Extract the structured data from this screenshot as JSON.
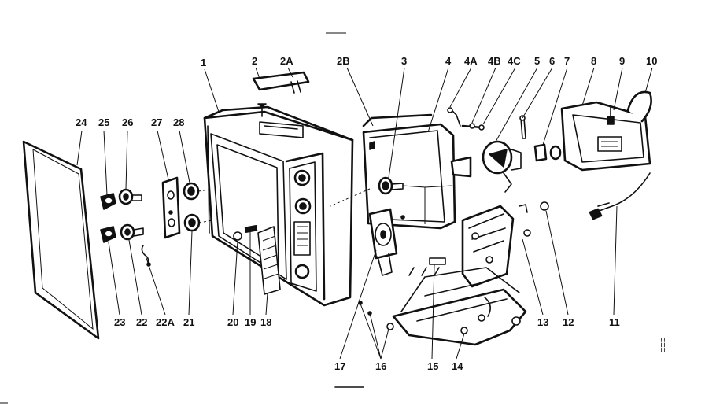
{
  "diagram": {
    "side_mark": "≡≡≡",
    "callouts": [
      {
        "id": "c1",
        "text": "1"
      },
      {
        "id": "c2",
        "text": "2"
      },
      {
        "id": "c2a",
        "text": "2A"
      },
      {
        "id": "c2b",
        "text": "2B"
      },
      {
        "id": "c3",
        "text": "3"
      },
      {
        "id": "c4",
        "text": "4"
      },
      {
        "id": "c4a",
        "text": "4A"
      },
      {
        "id": "c4b",
        "text": "4B"
      },
      {
        "id": "c4c",
        "text": "4C"
      },
      {
        "id": "c5",
        "text": "5"
      },
      {
        "id": "c6",
        "text": "6"
      },
      {
        "id": "c7",
        "text": "7"
      },
      {
        "id": "c8",
        "text": "8"
      },
      {
        "id": "c9",
        "text": "9"
      },
      {
        "id": "c10",
        "text": "10"
      },
      {
        "id": "c11",
        "text": "11"
      },
      {
        "id": "c12",
        "text": "12"
      },
      {
        "id": "c13",
        "text": "13"
      },
      {
        "id": "c14",
        "text": "14"
      },
      {
        "id": "c15",
        "text": "15"
      },
      {
        "id": "c16",
        "text": "16"
      },
      {
        "id": "c17",
        "text": "17"
      },
      {
        "id": "c18",
        "text": "18"
      },
      {
        "id": "c19",
        "text": "19"
      },
      {
        "id": "c20",
        "text": "20"
      },
      {
        "id": "c21",
        "text": "21"
      },
      {
        "id": "c22",
        "text": "22"
      },
      {
        "id": "c22a",
        "text": "22A"
      },
      {
        "id": "c23",
        "text": "23"
      },
      {
        "id": "c24",
        "text": "24"
      },
      {
        "id": "c25",
        "text": "25"
      },
      {
        "id": "c26",
        "text": "26"
      },
      {
        "id": "c27",
        "text": "27"
      },
      {
        "id": "c28",
        "text": "28"
      }
    ]
  }
}
